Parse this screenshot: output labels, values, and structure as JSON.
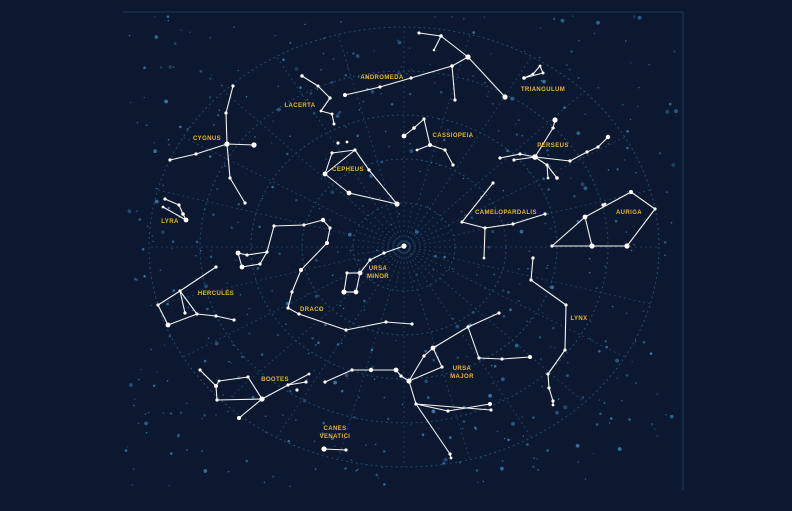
{
  "map": {
    "colors": {
      "background": "#0c1830",
      "grid": "#2b5a7e",
      "label": "#e8b62a",
      "star": "#ffffff",
      "background_stars": "#3f7fae"
    },
    "constellations": [
      {
        "id": "andromeda",
        "label": [
          "ANDROMEDA"
        ]
      },
      {
        "id": "triangulum",
        "label": [
          "TRIANGULUM"
        ]
      },
      {
        "id": "lacerta",
        "label": [
          "LACERTA"
        ]
      },
      {
        "id": "cassiopeia",
        "label": [
          "CASSIOPEIA"
        ]
      },
      {
        "id": "cygnus",
        "label": [
          "CYGNUS"
        ]
      },
      {
        "id": "perseus",
        "label": [
          "PERSEUS"
        ]
      },
      {
        "id": "cepheus",
        "label": [
          "CEPHEUS"
        ]
      },
      {
        "id": "lyra",
        "label": [
          "LYRA"
        ]
      },
      {
        "id": "camelopardalis",
        "label": [
          "CAMELOPARDALIS"
        ]
      },
      {
        "id": "auriga",
        "label": [
          "AURIGA"
        ]
      },
      {
        "id": "ursa-minor",
        "label": [
          "URSA",
          "MINOR"
        ]
      },
      {
        "id": "hercules",
        "label": [
          "HERCULES"
        ]
      },
      {
        "id": "draco",
        "label": [
          "DRACO"
        ]
      },
      {
        "id": "lynx",
        "label": [
          "LYNX"
        ]
      },
      {
        "id": "ursa-major",
        "label": [
          "URSA",
          "MAJOR"
        ]
      },
      {
        "id": "bootes",
        "label": [
          "BOOTES"
        ]
      },
      {
        "id": "canes-venatici",
        "label": [
          "CANES",
          "VENATICI"
        ]
      }
    ]
  }
}
